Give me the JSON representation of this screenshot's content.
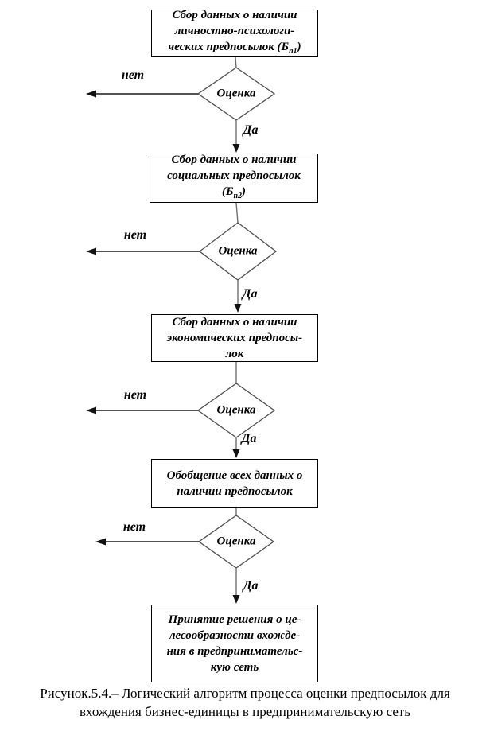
{
  "colors": {
    "background": "#ffffff",
    "ink": "#000000",
    "connector_gray": "#6e6e6e",
    "arrow_black": "#111111"
  },
  "flowchart": {
    "decision_label": "Оценка",
    "no_label": "нет",
    "yes_label": "Да",
    "box1": {
      "line1": "Сбор данных о наличии",
      "line2": "личностно-психологи-",
      "line3_pre": "ческих предпосылок (Б",
      "line3_sub": "п1",
      "line3_post": ")"
    },
    "box2": {
      "line1": "Сбор данных о наличии",
      "line2": "социальных предпосылок",
      "line3_pre": "(Б",
      "line3_sub": "п2",
      "line3_post": ")"
    },
    "box3": {
      "line1": "Сбор данных о наличии",
      "line2": "экономических предпосы-",
      "line3": "лок"
    },
    "box4": {
      "line1": "Обобщение всех данных о",
      "line2": "наличии предпосылок"
    },
    "box5": {
      "line1": "Принятие решения о це-",
      "line2": "лесообразности вхожде-",
      "line3": "ния в предпринимательс-",
      "line4": "кую сеть"
    }
  },
  "caption": {
    "line1": "Рисунок.5.4.– Логический алгоритм процесса оценки предпосылок для",
    "line2": "вхождения бизнес-единицы в предпринимательскую сеть"
  }
}
